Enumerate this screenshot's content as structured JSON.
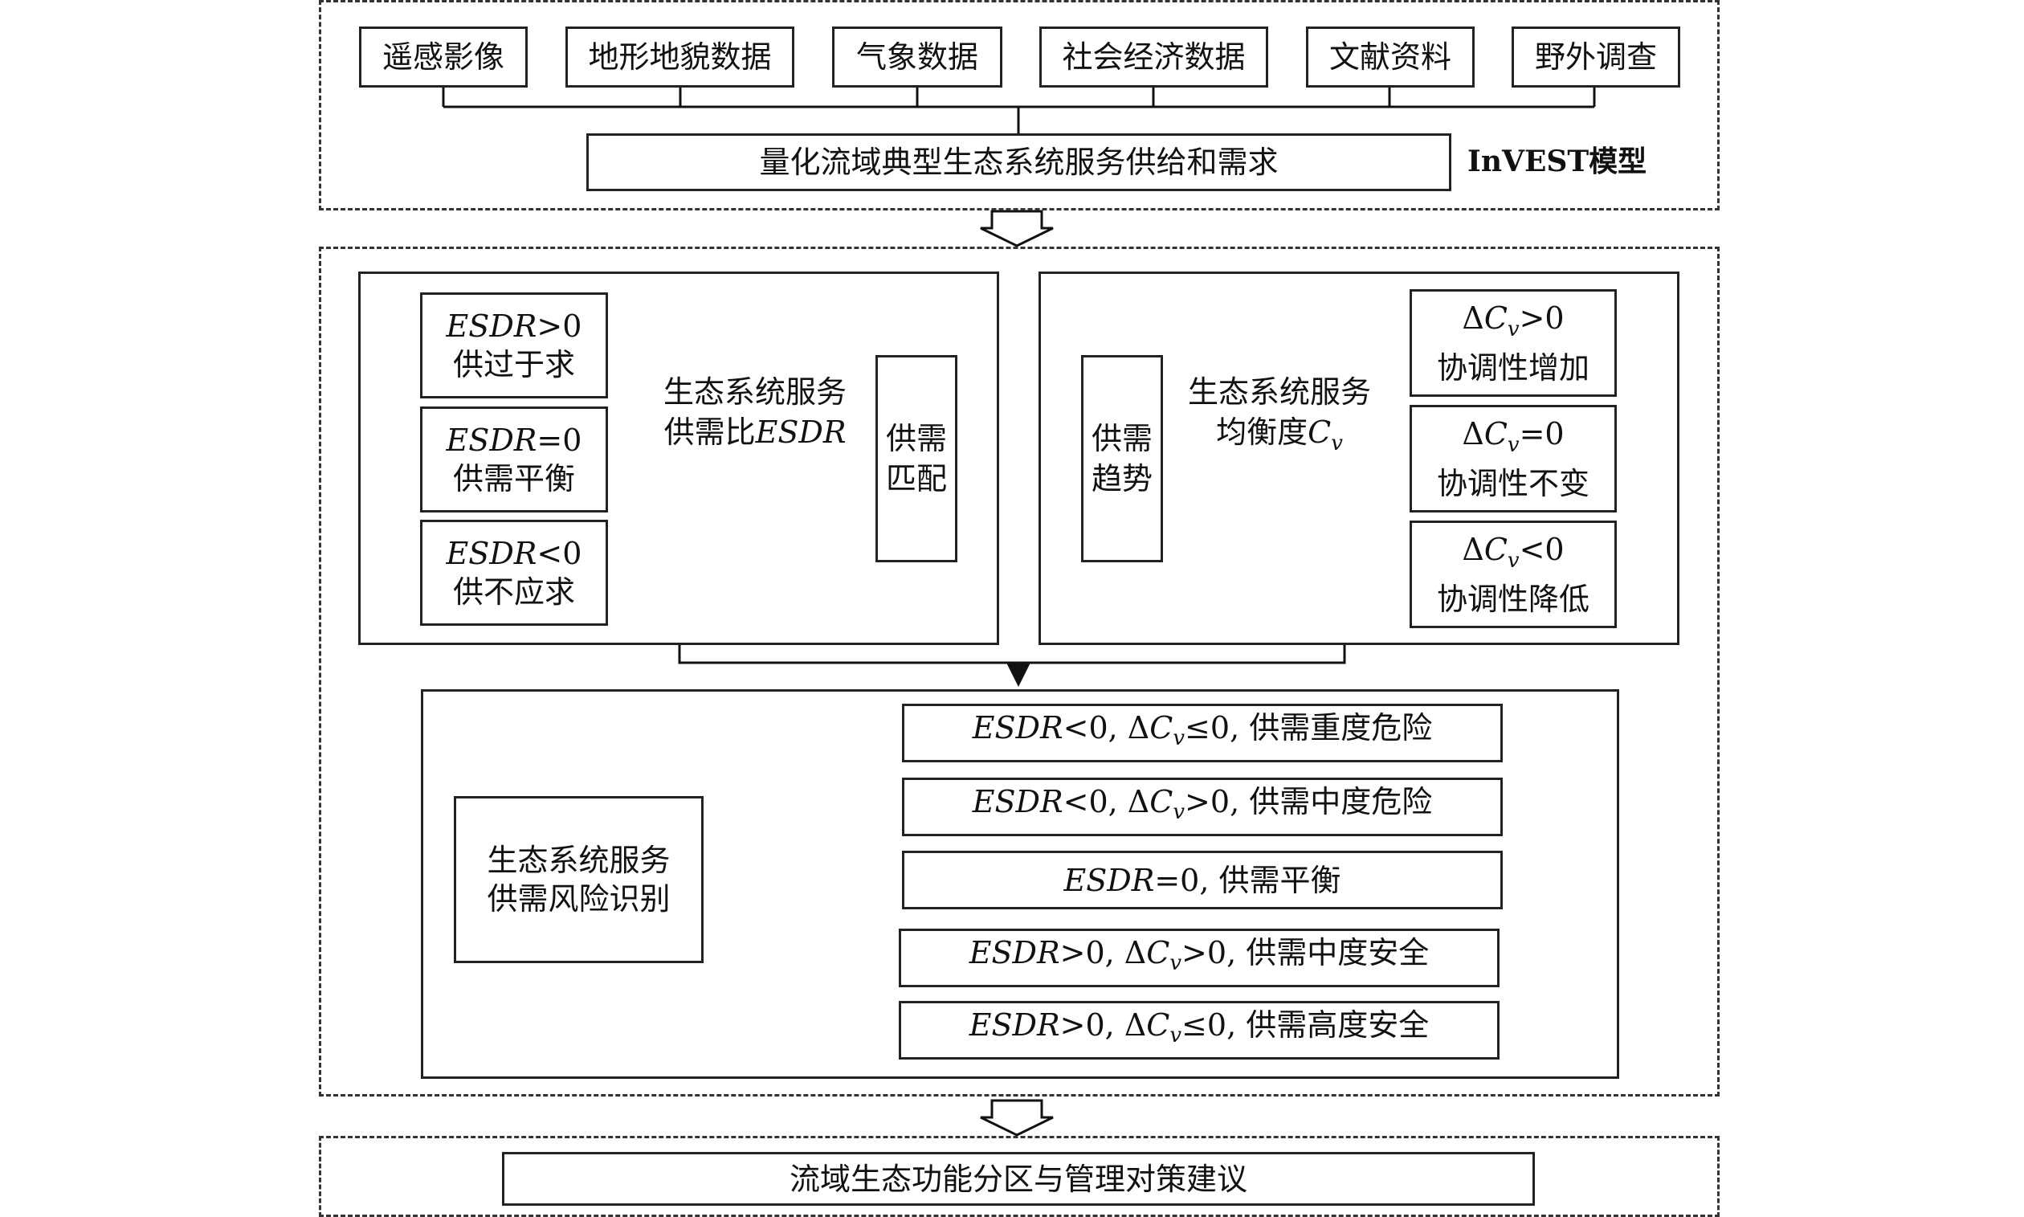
{
  "inputs": [
    "遥感影像",
    "地形地貌数据",
    "气象数据",
    "社会经济数据",
    "文献资料",
    "野外调查"
  ],
  "quantify": "量化流域典型生态系统服务供给和需求",
  "invest_label": "InVEST模型",
  "match_panel": {
    "box": [
      "供需",
      "匹配"
    ],
    "arrow_label_line1": "生态系统服务",
    "arrow_label_line2": "供需比",
    "esdr": "ESDR",
    "states": [
      {
        "rel": ">0",
        "text": "供过于求"
      },
      {
        "rel": "=0",
        "text": "供需平衡"
      },
      {
        "rel": "<0",
        "text": "供不应求"
      }
    ]
  },
  "trend_panel": {
    "box": [
      "供需",
      "趋势"
    ],
    "arrow_label_line1": "生态系统服务",
    "arrow_label_line2": "均衡度",
    "cv_c": "C",
    "cv_sub": "v",
    "states": [
      {
        "rel": ">0",
        "text": "协调性增加"
      },
      {
        "rel": "=0",
        "text": "协调性不变"
      },
      {
        "rel": "<0",
        "text": "协调性降低"
      }
    ]
  },
  "risk_panel": {
    "source": [
      "生态系统服务",
      "供需风险识别"
    ],
    "outcomes": [
      {
        "esdr_rel": "<0",
        "cv_rel": "≤0",
        "text": "供需重度危险"
      },
      {
        "esdr_rel": "<0",
        "cv_rel": ">0",
        "text": "供需中度危险"
      },
      {
        "esdr_rel": "=0",
        "cv_rel": "",
        "text": "供需平衡"
      },
      {
        "esdr_rel": ">0",
        "cv_rel": ">0",
        "text": "供需中度安全"
      },
      {
        "esdr_rel": ">0",
        "cv_rel": "≤0",
        "text": "供需高度安全"
      }
    ]
  },
  "final": "流域生态功能分区与管理对策建议"
}
